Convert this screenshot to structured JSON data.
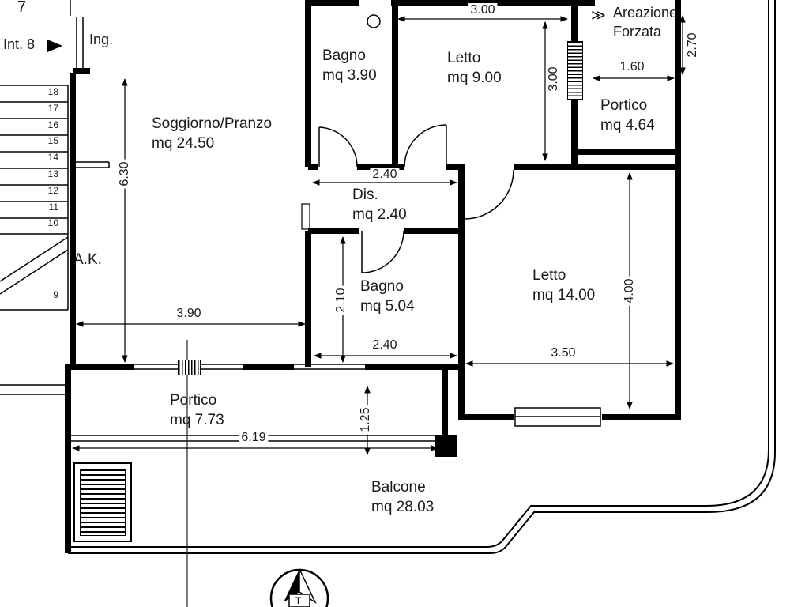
{
  "colors": {
    "line": "#000000",
    "text": "#1a1a1a",
    "background": "#ffffff"
  },
  "plan": {
    "floor_number": "7",
    "unit_label": "Int. 8",
    "entrance_label": "Ing.",
    "ak_label": "A.K.",
    "compass_label": "T",
    "ventilation": {
      "line1": "Areazione",
      "line2": "Forzata"
    },
    "icons": {
      "forced_air": "≫"
    },
    "rooms": {
      "soggiorno": {
        "name": "Soggiorno/Pranzo",
        "area": "mq 24.50"
      },
      "bagno_top": {
        "name": "Bagno",
        "area": "mq 3.90"
      },
      "letto_top": {
        "name": "Letto",
        "area": "mq 9.00"
      },
      "portico_right": {
        "name": "Portico",
        "area": "mq 4.64"
      },
      "disimpegno": {
        "name": "Dis.",
        "area": "mq 2.40"
      },
      "bagno_mid": {
        "name": "Bagno",
        "area": "mq 5.04"
      },
      "letto_right": {
        "name": "Letto",
        "area": "mq 14.00"
      },
      "portico_bottom": {
        "name": "Portico",
        "area": "mq 7.73"
      },
      "balcone": {
        "name": "Balcone",
        "area": "mq 28.03"
      }
    },
    "dimensions": {
      "letto_top_width": "3.00",
      "letto_top_height": "3.00",
      "portico_right_width": "1.60",
      "portico_right_height": "2.70",
      "soggiorno_height": "6.30",
      "disimpegno_width": "2.40",
      "bagno_mid_height": "2.10",
      "soggiorno_width": "3.90",
      "bagno_mid_width": "2.40",
      "letto_right_width": "3.50",
      "letto_right_height": "4.00",
      "balcone_depth": "1.25",
      "portico_bottom_width": "6.19"
    },
    "stair_numbers": [
      "18",
      "17",
      "16",
      "15",
      "14",
      "13",
      "12",
      "11",
      "10"
    ],
    "stair_number_lower": "9"
  }
}
